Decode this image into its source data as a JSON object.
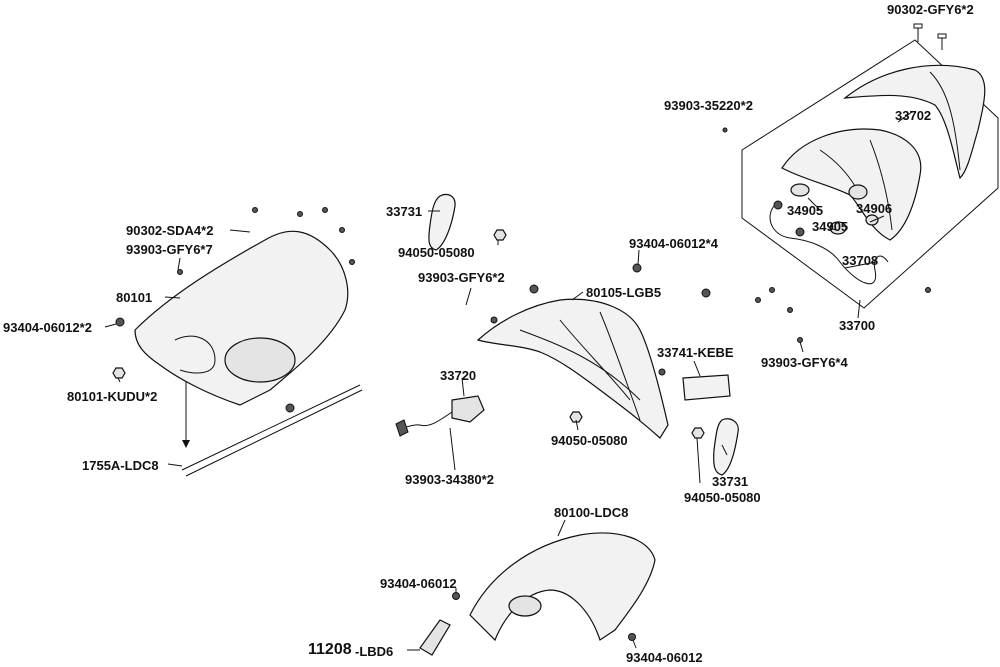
{
  "labels": [
    {
      "text": "90302-GFY6*2"
    },
    {
      "text": "93903-35220*2"
    },
    {
      "text": "33702"
    },
    {
      "text": "34905"
    },
    {
      "text": "34906"
    },
    {
      "text": "34905"
    },
    {
      "text": "33708"
    },
    {
      "text": "33700"
    },
    {
      "text": "93903-GFY6*4"
    },
    {
      "text": "33731"
    },
    {
      "text": "94050-05080"
    },
    {
      "text": "93404-06012*4"
    },
    {
      "text": "93903-GFY6*2"
    },
    {
      "text": "80105-LGB5"
    },
    {
      "text": "90302-SDA4*2"
    },
    {
      "text": "93903-GFY6*7"
    },
    {
      "text": "80101"
    },
    {
      "text": "93404-06012*2"
    },
    {
      "text": "80101-KUDU*2"
    },
    {
      "text": "1755A-LDC8"
    },
    {
      "text": "33720"
    },
    {
      "text": "33741-KEBE"
    },
    {
      "text": "94050-05080"
    },
    {
      "text": "33731"
    },
    {
      "text": "94050-05080"
    },
    {
      "text": "93903-34380*2"
    },
    {
      "text": "80100-LDC8"
    },
    {
      "text": "93404-06012"
    },
    {
      "text": "11208"
    },
    {
      "text": "-LBD6"
    },
    {
      "text": "93404-06012"
    }
  ]
}
